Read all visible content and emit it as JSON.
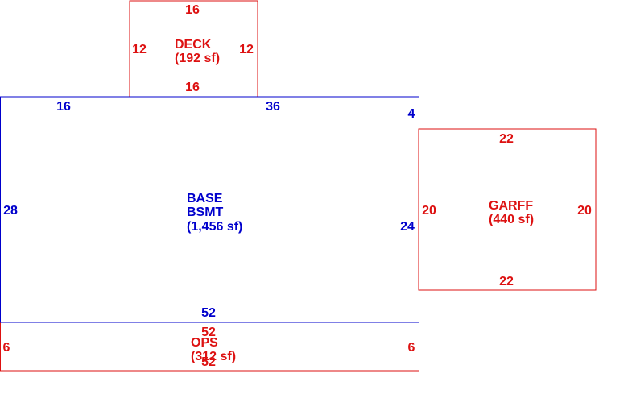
{
  "colors": {
    "base": "#0000cc",
    "addition": "#dd1111",
    "background": "#ffffff"
  },
  "areas": {
    "deck": {
      "name": "DECK",
      "area": "(192 sf)",
      "dims": {
        "top": "16",
        "bottom": "16",
        "left": "12",
        "right": "12"
      }
    },
    "base": {
      "name_line1": "BASE",
      "name_line2": "BSMT",
      "area": "(1,456 sf)",
      "dims": {
        "top_left": "16",
        "top_right": "36",
        "right_upper": "4",
        "right_lower": "24",
        "left": "28",
        "bottom": "52"
      }
    },
    "garff": {
      "name": "GARFF",
      "area": "(440 sf)",
      "dims": {
        "top": "22",
        "bottom": "22",
        "left": "20",
        "right": "20"
      }
    },
    "ops": {
      "name": "OPS",
      "area": "(312 sf)",
      "dims": {
        "top": "52",
        "bottom": "52",
        "left": "6",
        "right": "6"
      }
    }
  }
}
